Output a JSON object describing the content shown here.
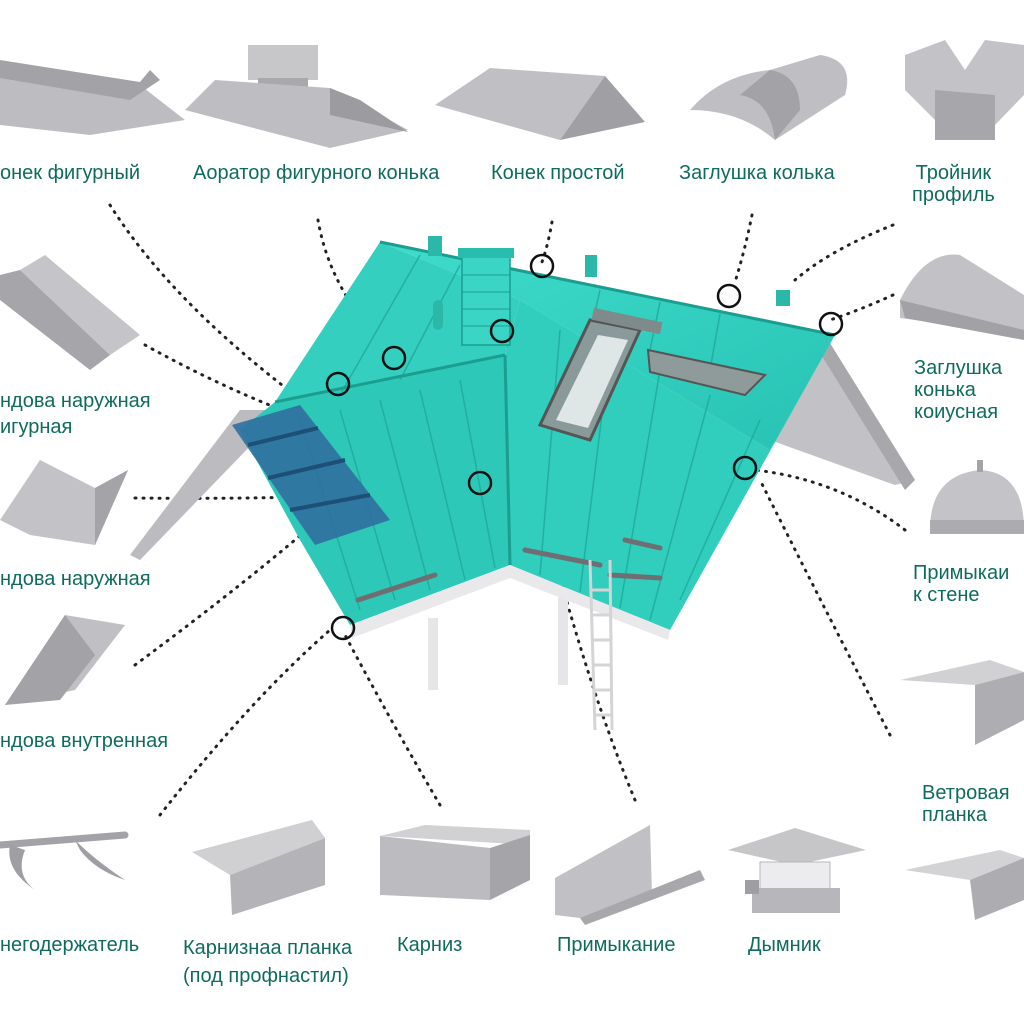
{
  "colors": {
    "roof": "#35d3c3",
    "roof_dark": "#22b3a5",
    "part_gray": "#b9b9bd",
    "label": "#0f6b5e"
  },
  "labels": {
    "konek_figurny": "онек фигурный",
    "aerator": "Аоратор фигурного конька",
    "konek_prostoy": "Конек простой",
    "zaglushka_konka": "Заглушка колька",
    "troynik_1": "Тройник",
    "troynik_2": "профиль",
    "endova_nar_fig_1": "ндова наружная",
    "endova_nar_fig_2": "игурная",
    "endova_naruzhnaya": "ндова наружная",
    "endova_vnutrennaya": "ндова внутренная",
    "zaglushka_kon_1": "Заглушка",
    "zaglushka_kon_2": "конька",
    "zaglushka_kon_3": "коиусная",
    "primykanie_stene_1": "Примыкаи",
    "primykanie_stene_2": "к стене",
    "vetrovaya_1": "Ветровая",
    "vetrovaya_2": "планка",
    "snegoderzhatel": "негодержатель",
    "karniznaya_1": "Карнизнаа планка",
    "karniznaya_2": "(под профнастил)",
    "karniz": "Карниз",
    "primykanie": "Примыкание",
    "dymnik": "Дымник"
  }
}
